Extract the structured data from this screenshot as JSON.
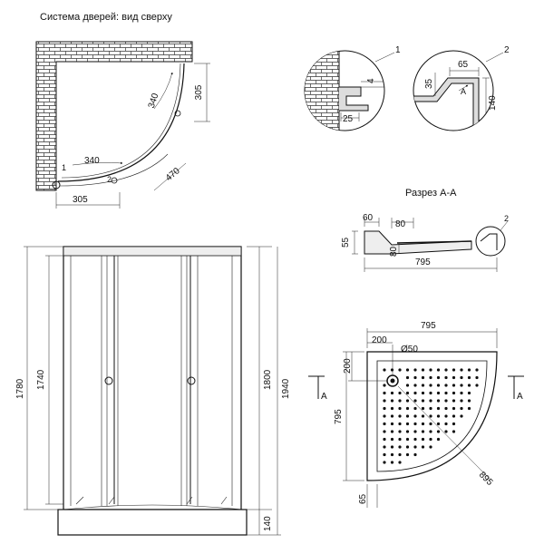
{
  "top_view": {
    "title": "Система дверей: вид сверху",
    "dim_340_upper": "340",
    "dim_305_right": "305",
    "dim_340_lower": "340",
    "dim_470": "470",
    "dim_305_bottom": "305",
    "callout_1": "1",
    "callout_2": "2"
  },
  "detail_1": {
    "callout": "1",
    "dim_4": "4",
    "dim_25": "25"
  },
  "detail_2": {
    "callout": "2",
    "dim_65": "65",
    "dim_35": "35",
    "dim_140": "140",
    "section_mark": "A"
  },
  "section_aa": {
    "title": "Разрез А-А",
    "dim_60": "60",
    "dim_80_top": "80",
    "dim_55": "55",
    "dim_80_side": "80",
    "dim_795": "795",
    "callout_2": "2"
  },
  "front_view": {
    "dim_1780": "1780",
    "dim_1740": "1740",
    "dim_1800": "1800",
    "dim_1940": "1940",
    "dim_140": "140"
  },
  "tray_plan": {
    "dim_795_top": "795",
    "dim_200_h": "200",
    "drain_label": "Ø50",
    "dim_200_v": "200",
    "dim_795_left": "795",
    "dim_895": "895",
    "dim_65": "65",
    "section_left": "A",
    "section_right": "A"
  }
}
